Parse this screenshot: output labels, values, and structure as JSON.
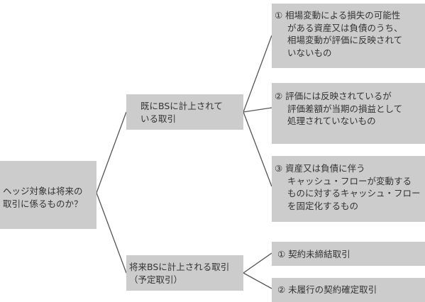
{
  "root": {
    "lines": [
      "ヘッジ対象は将来の",
      "取引に係るものか？"
    ]
  },
  "branch_existing": {
    "lines": [
      "既にBSに計上されて",
      "いる取引"
    ],
    "children": [
      {
        "lines": [
          "① 相場変動による損失の可能性",
          "がある資産又は負債のうち、",
          "相場変動が評価に反映されて",
          "いないもの"
        ]
      },
      {
        "lines": [
          "② 評価には反映されているが",
          "評価差額が当期の損益として",
          "処理されていないもの"
        ]
      },
      {
        "lines": [
          "③ 資産又は負債に伴う",
          "キャッシュ・フローが変動する",
          "ものに対するキャッシュ・フロー",
          "を固定化するもの"
        ]
      }
    ]
  },
  "branch_future": {
    "lines": [
      "将来BSに計上される取引",
      "（予定取引）"
    ],
    "children": [
      {
        "lines": [
          "① 契約未締結取引"
        ]
      },
      {
        "lines": [
          "② 未履行の契約確定取引"
        ]
      }
    ]
  },
  "colors": {
    "box_fill": "#cccccc",
    "connector": "#555555",
    "text": "#333333"
  }
}
